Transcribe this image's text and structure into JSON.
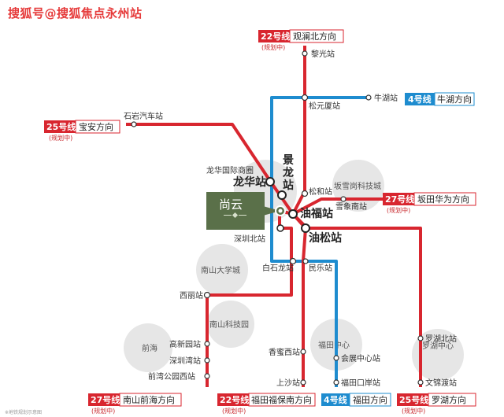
{
  "watermark": "搜狐号@搜狐焦点永州站",
  "colors": {
    "red": "#d8262f",
    "blue": "#1e8ccf",
    "green_box": "#5a7049",
    "gray_circle": "#e3e3e3"
  },
  "tags": {
    "l22_top": {
      "num": "22号线",
      "dir": "观澜北方向",
      "plan": "(规划中)"
    },
    "l4_top": {
      "num": "4号线",
      "dir": "牛湖方向"
    },
    "l25_left": {
      "num": "25号线",
      "dir": "宝安方向",
      "plan": "(规划中)"
    },
    "l27_right": {
      "num": "27号线",
      "dir": "坂田华为方向",
      "plan": "(规划中)"
    },
    "l27_bottom": {
      "num": "27号线",
      "dir": "南山前海方向",
      "plan": "(规划中)"
    },
    "l22_bottom": {
      "num": "22号线",
      "dir": "福田福保南方向",
      "plan": "(规划中)"
    },
    "l4_bottom": {
      "num": "4号线",
      "dir": "福田方向"
    },
    "l25_bottom": {
      "num": "25号线",
      "dir": "罗湖方向",
      "plan": "(规划中)"
    }
  },
  "stations": {
    "liguang": "黎光站",
    "songyuansha": "松元厦站",
    "niuhu": "牛湖站",
    "shiyan": "石岩汽车站",
    "longhua_intl": "龙华国际商圈",
    "longhua": "龙华站",
    "jinglong": "景龙站",
    "songhe": "松和站",
    "xuexiangnan": "雪象南站",
    "youfu": "油福站",
    "shenzhenbei": "深圳北站",
    "yousong": "油松站",
    "baishilong": "白石龙站",
    "minle": "民乐站",
    "xili": "西丽站",
    "gaoxinyuan": "高新园站",
    "shenzhenwan": "深圳湾站",
    "qianwan": "前湾公园西站",
    "xiangmixi": "香蜜西站",
    "shangsha": "上沙站",
    "huizhan": "会展中心站",
    "futiankouan": "福田口岸站",
    "luohubei": "罗湖北站",
    "wenjindu": "文锦渡站"
  },
  "areas": {
    "bantian": "坂雪岗科技城",
    "nanshan_uni": "南山大学城",
    "nanshan_tech": "南山科技园",
    "qianhai": "前海",
    "futian": "福田中心",
    "luohu": "罗湖中心"
  },
  "project": "尚云",
  "note": "※地铁规划示意图"
}
